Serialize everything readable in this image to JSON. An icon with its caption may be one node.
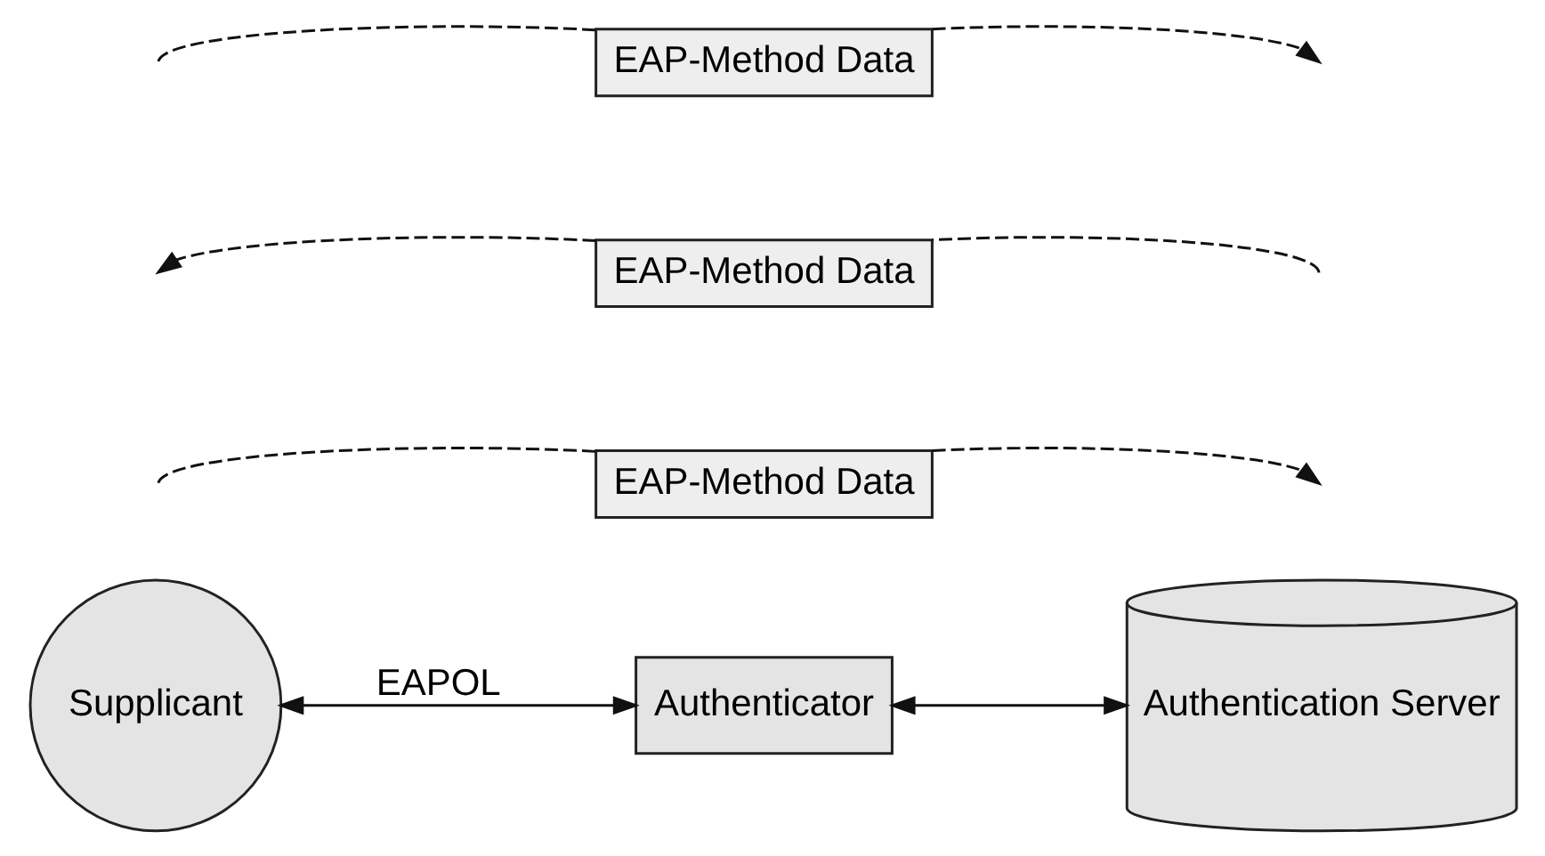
{
  "diagram": {
    "nodes": [
      {
        "text": [
          "Supplicant"
        ]
      },
      {
        "text": [
          "Authenticator"
        ]
      },
      {
        "text": [
          "Authentication Server"
        ]
      },
      {
        "text": [
          "EAP-Method Data"
        ]
      },
      {
        "text": [
          "EAP-Method Data"
        ]
      },
      {
        "text": [
          "EAP-Method Data"
        ]
      }
    ],
    "edges": [
      {
        "from": 0,
        "to": 1,
        "arrow": "both",
        "label": "EAPOL"
      },
      {
        "from": 1,
        "to": 2,
        "arrow": "both"
      },
      {
        "from": null,
        "to": 3,
        "arrow": "none",
        "style": "dashed"
      },
      {
        "from": 3,
        "to": null,
        "arrow": "to",
        "style": "dashed"
      },
      {
        "from": 4,
        "to": null,
        "arrow": "to",
        "style": "dashed"
      },
      {
        "from": null,
        "to": 4,
        "arrow": "none",
        "style": "dashed"
      },
      {
        "from": null,
        "to": 5,
        "arrow": "none",
        "style": "dashed"
      },
      {
        "from": 5,
        "to": null,
        "arrow": "to",
        "style": "dashed"
      }
    ]
  }
}
